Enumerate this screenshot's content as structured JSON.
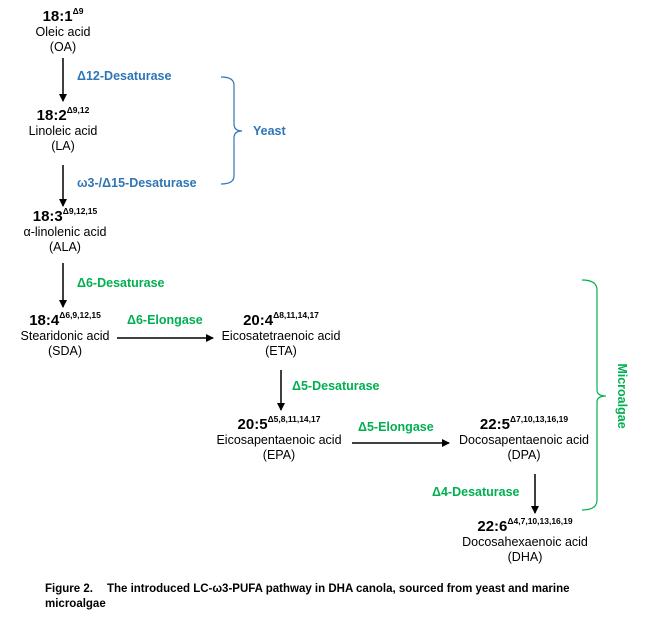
{
  "nodes": [
    {
      "id": "oa",
      "fa": "18:1",
      "sup": "Δ9",
      "name": "Oleic acid",
      "abbr": "(OA)"
    },
    {
      "id": "la",
      "fa": "18:2",
      "sup": "Δ9,12",
      "name": "Linoleic acid",
      "abbr": "(LA)"
    },
    {
      "id": "ala",
      "fa": "18:3",
      "sup": "Δ9,12,15",
      "name": "α-linolenic acid",
      "abbr": "(ALA)"
    },
    {
      "id": "sda",
      "fa": "18:4",
      "sup": "Δ6,9,12,15",
      "name": "Stearidonic acid",
      "abbr": "(SDA)"
    },
    {
      "id": "eta",
      "fa": "20:4",
      "sup": "Δ8,11,14,17",
      "name": "Eicosatetraenoic acid",
      "abbr": "(ETA)"
    },
    {
      "id": "epa",
      "fa": "20:5",
      "sup": "Δ5,8,11,14,17",
      "name": "Eicosapentaenoic acid",
      "abbr": "(EPA)"
    },
    {
      "id": "dpa",
      "fa": "22:5",
      "sup": "Δ7,10,13,16,19",
      "name": "Docosapentaenoic acid",
      "abbr": "(DPA)"
    },
    {
      "id": "dha",
      "fa": "22:6",
      "sup": "Δ4,7,10,13,16,19",
      "name": "Docosahexaenoic acid",
      "abbr": "(DHA)"
    }
  ],
  "enzymes": {
    "d12": "Δ12-Desaturase",
    "w3d15": "ω3-/Δ15-Desaturase",
    "d6des": "Δ6-Desaturase",
    "d6elo": "Δ6-Elongase",
    "d5des": "Δ5-Desaturase",
    "d5elo": "Δ5-Elongase",
    "d4des": "Δ4-Desaturase"
  },
  "groups": {
    "yeast": "Yeast",
    "microalgae": "Microalgae"
  },
  "colors": {
    "yeast": "#2E75B6",
    "microalgae": "#00B050"
  },
  "caption": {
    "label": "Figure 2.",
    "text": "The introduced LC-ω3-PUFA pathway in DHA canola, sourced from yeast and marine microalgae"
  }
}
